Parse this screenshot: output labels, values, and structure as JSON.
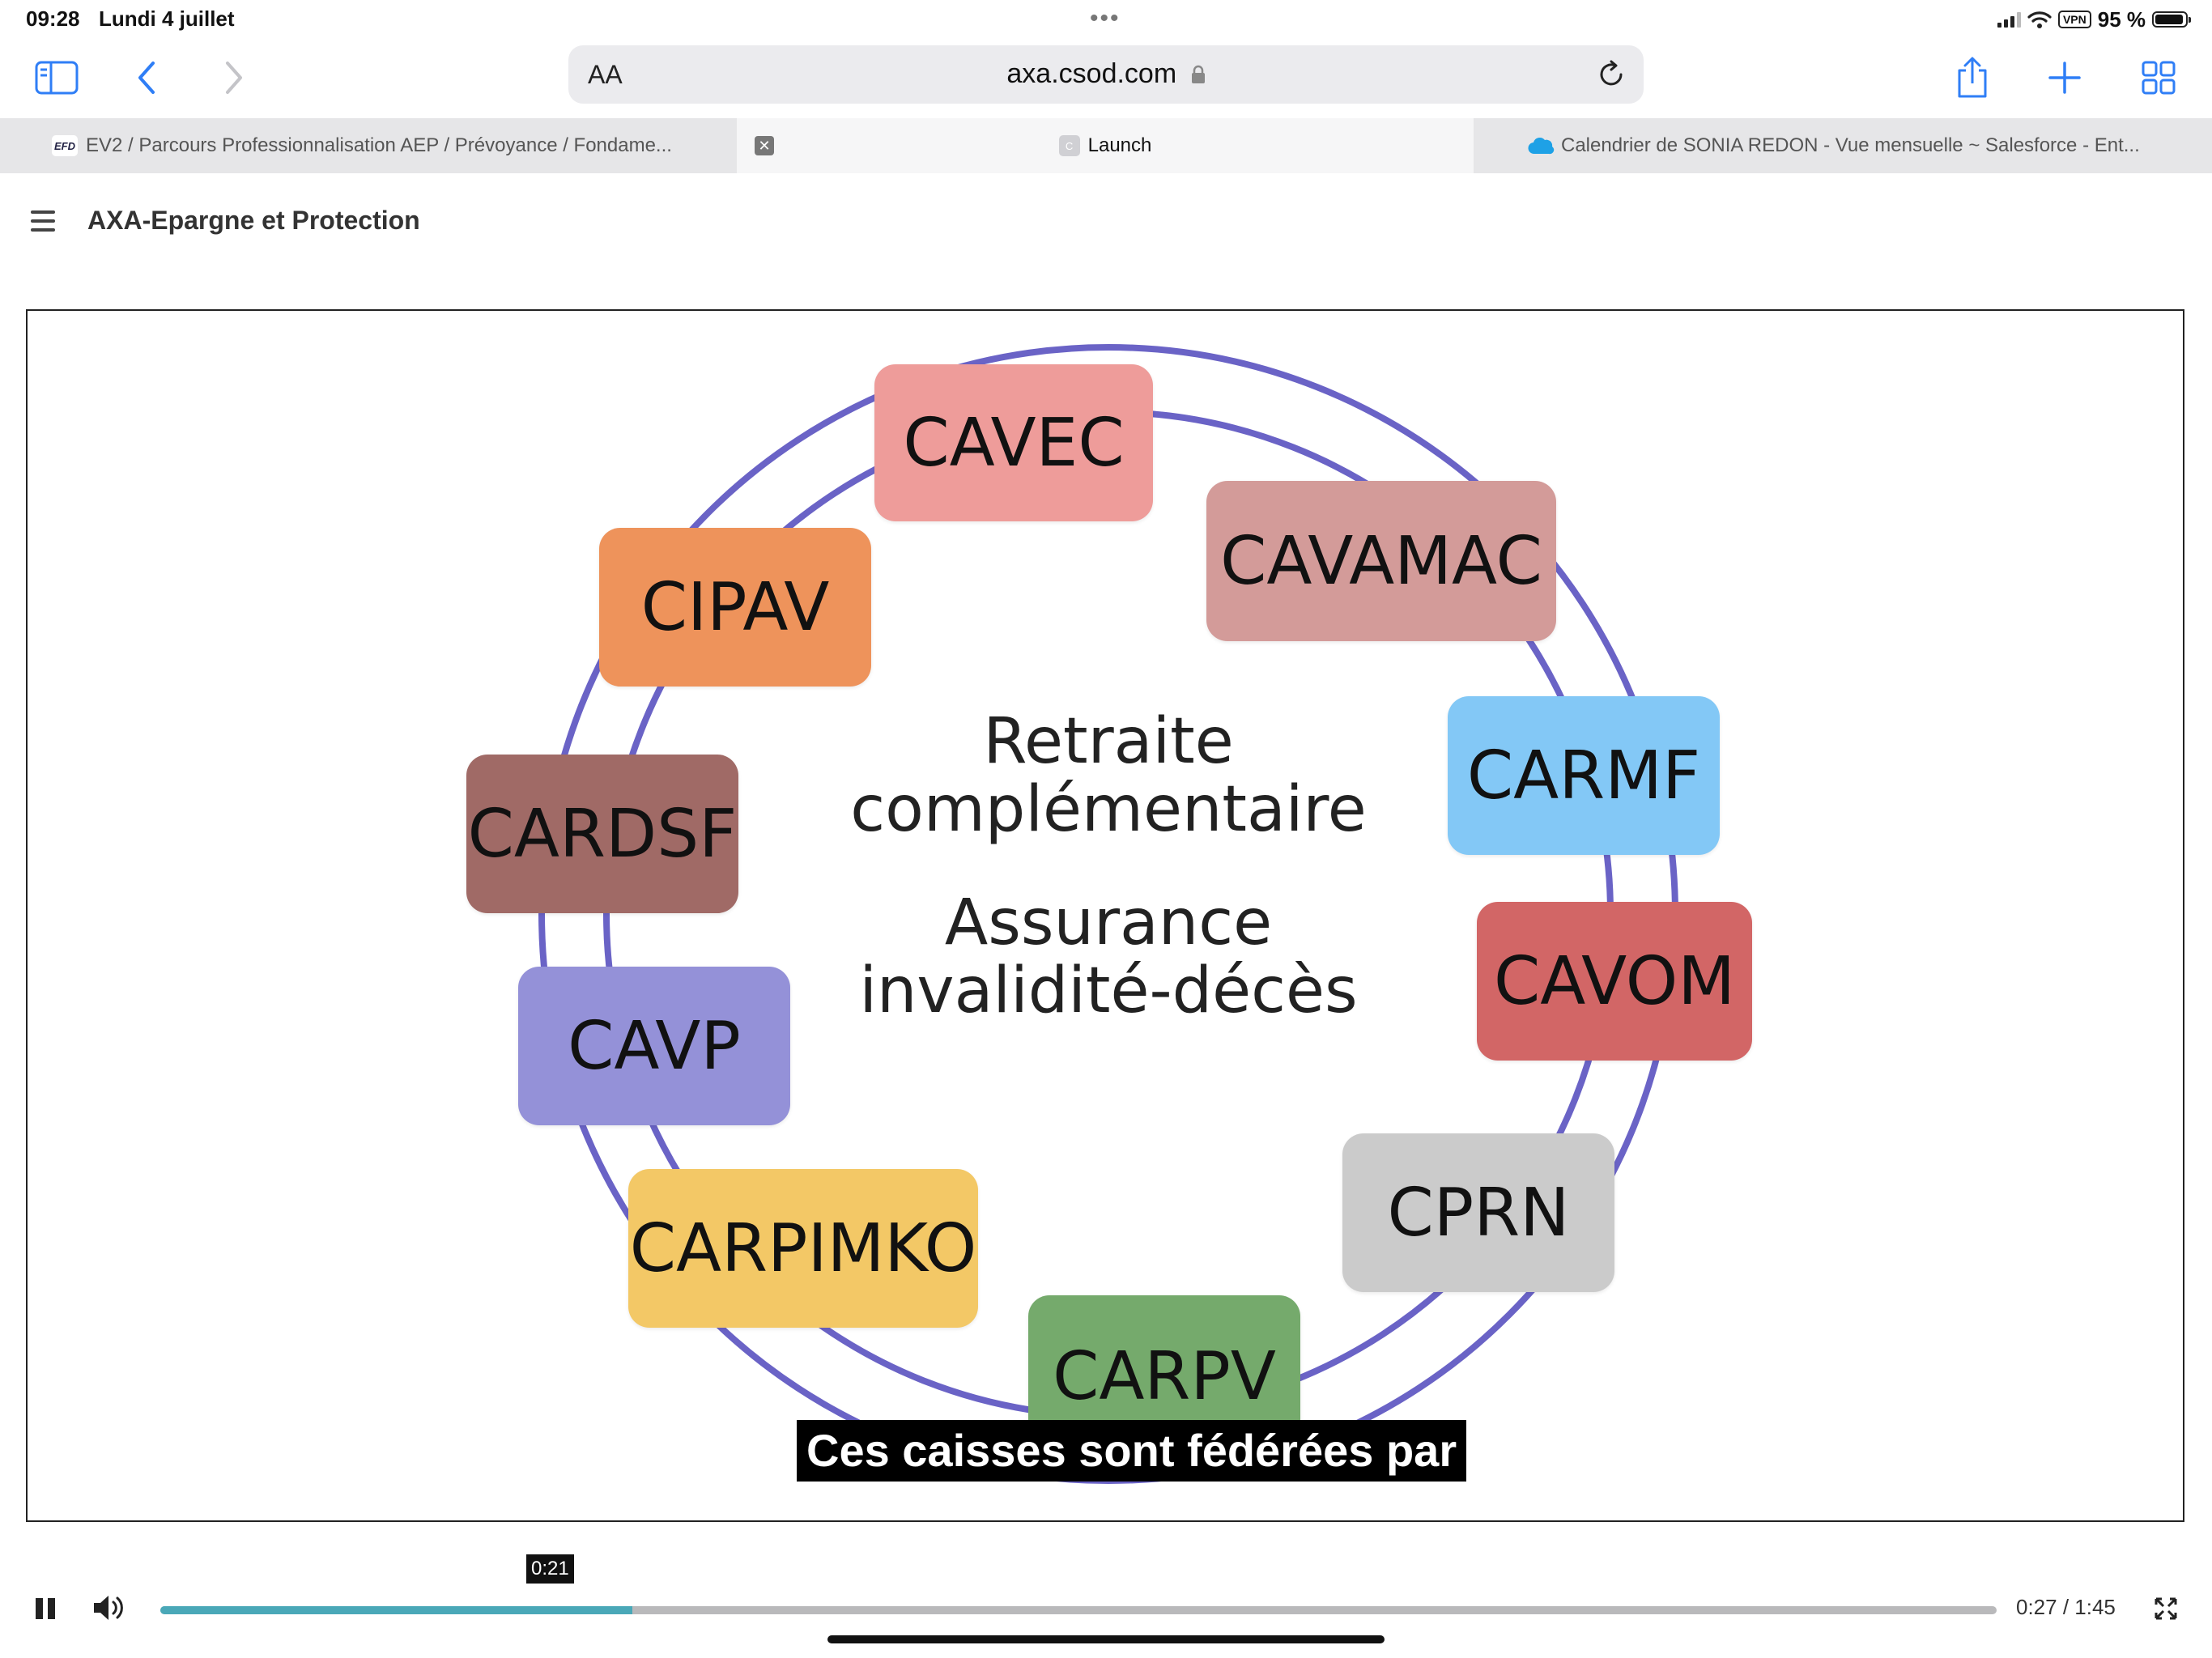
{
  "status_bar": {
    "time": "09:28",
    "date": "Lundi 4 juillet",
    "vpn": "VPN",
    "battery": "95 %",
    "battery_level": 0.95
  },
  "toolbar": {
    "aa": "AA",
    "url": "axa.csod.com"
  },
  "tabs": [
    {
      "label": "EV2 / Parcours Professionnalisation AEP / Prévoyance / Fondame...",
      "favicon": "EFD"
    },
    {
      "label": "Launch",
      "favicon": "C",
      "active": true
    },
    {
      "label": "Calendrier de SONIA REDON - Vue mensuelle ~ Salesforce - Ent...",
      "favicon": "salesforce-cloud"
    }
  ],
  "page": {
    "title": "AXA-Epargne et Protection"
  },
  "video": {
    "center_line1": "Retraite",
    "center_line2": "complémentaire",
    "center_line3": "Assurance",
    "center_line4": "invalidité-décès",
    "nodes": [
      {
        "label": "CAVEC",
        "color": "#ee9c9a"
      },
      {
        "label": "CAVAMAC",
        "color": "#d39b99"
      },
      {
        "label": "CARMF",
        "color": "#83c8f6"
      },
      {
        "label": "CAVOM",
        "color": "#d26666"
      },
      {
        "label": "CPRN",
        "color": "#cbcbcb"
      },
      {
        "label": "CARPV",
        "color": "#75aa6c"
      },
      {
        "label": "CARPIMKO",
        "color": "#f3c866"
      },
      {
        "label": "CAVP",
        "color": "#9491d8"
      },
      {
        "label": "CARDSF",
        "color": "#a06a66"
      },
      {
        "label": "CIPAV",
        "color": "#ee935b"
      }
    ],
    "ring_color": "#6a63c6",
    "subtitle": "Ces caisses sont fédérées par"
  },
  "player": {
    "hover_time": "0:21",
    "timecode": "0:27 / 1:45",
    "progress": 0.257
  },
  "colors": {
    "accent": "#2f7ef6",
    "progress_fill": "#4aa8b8"
  }
}
